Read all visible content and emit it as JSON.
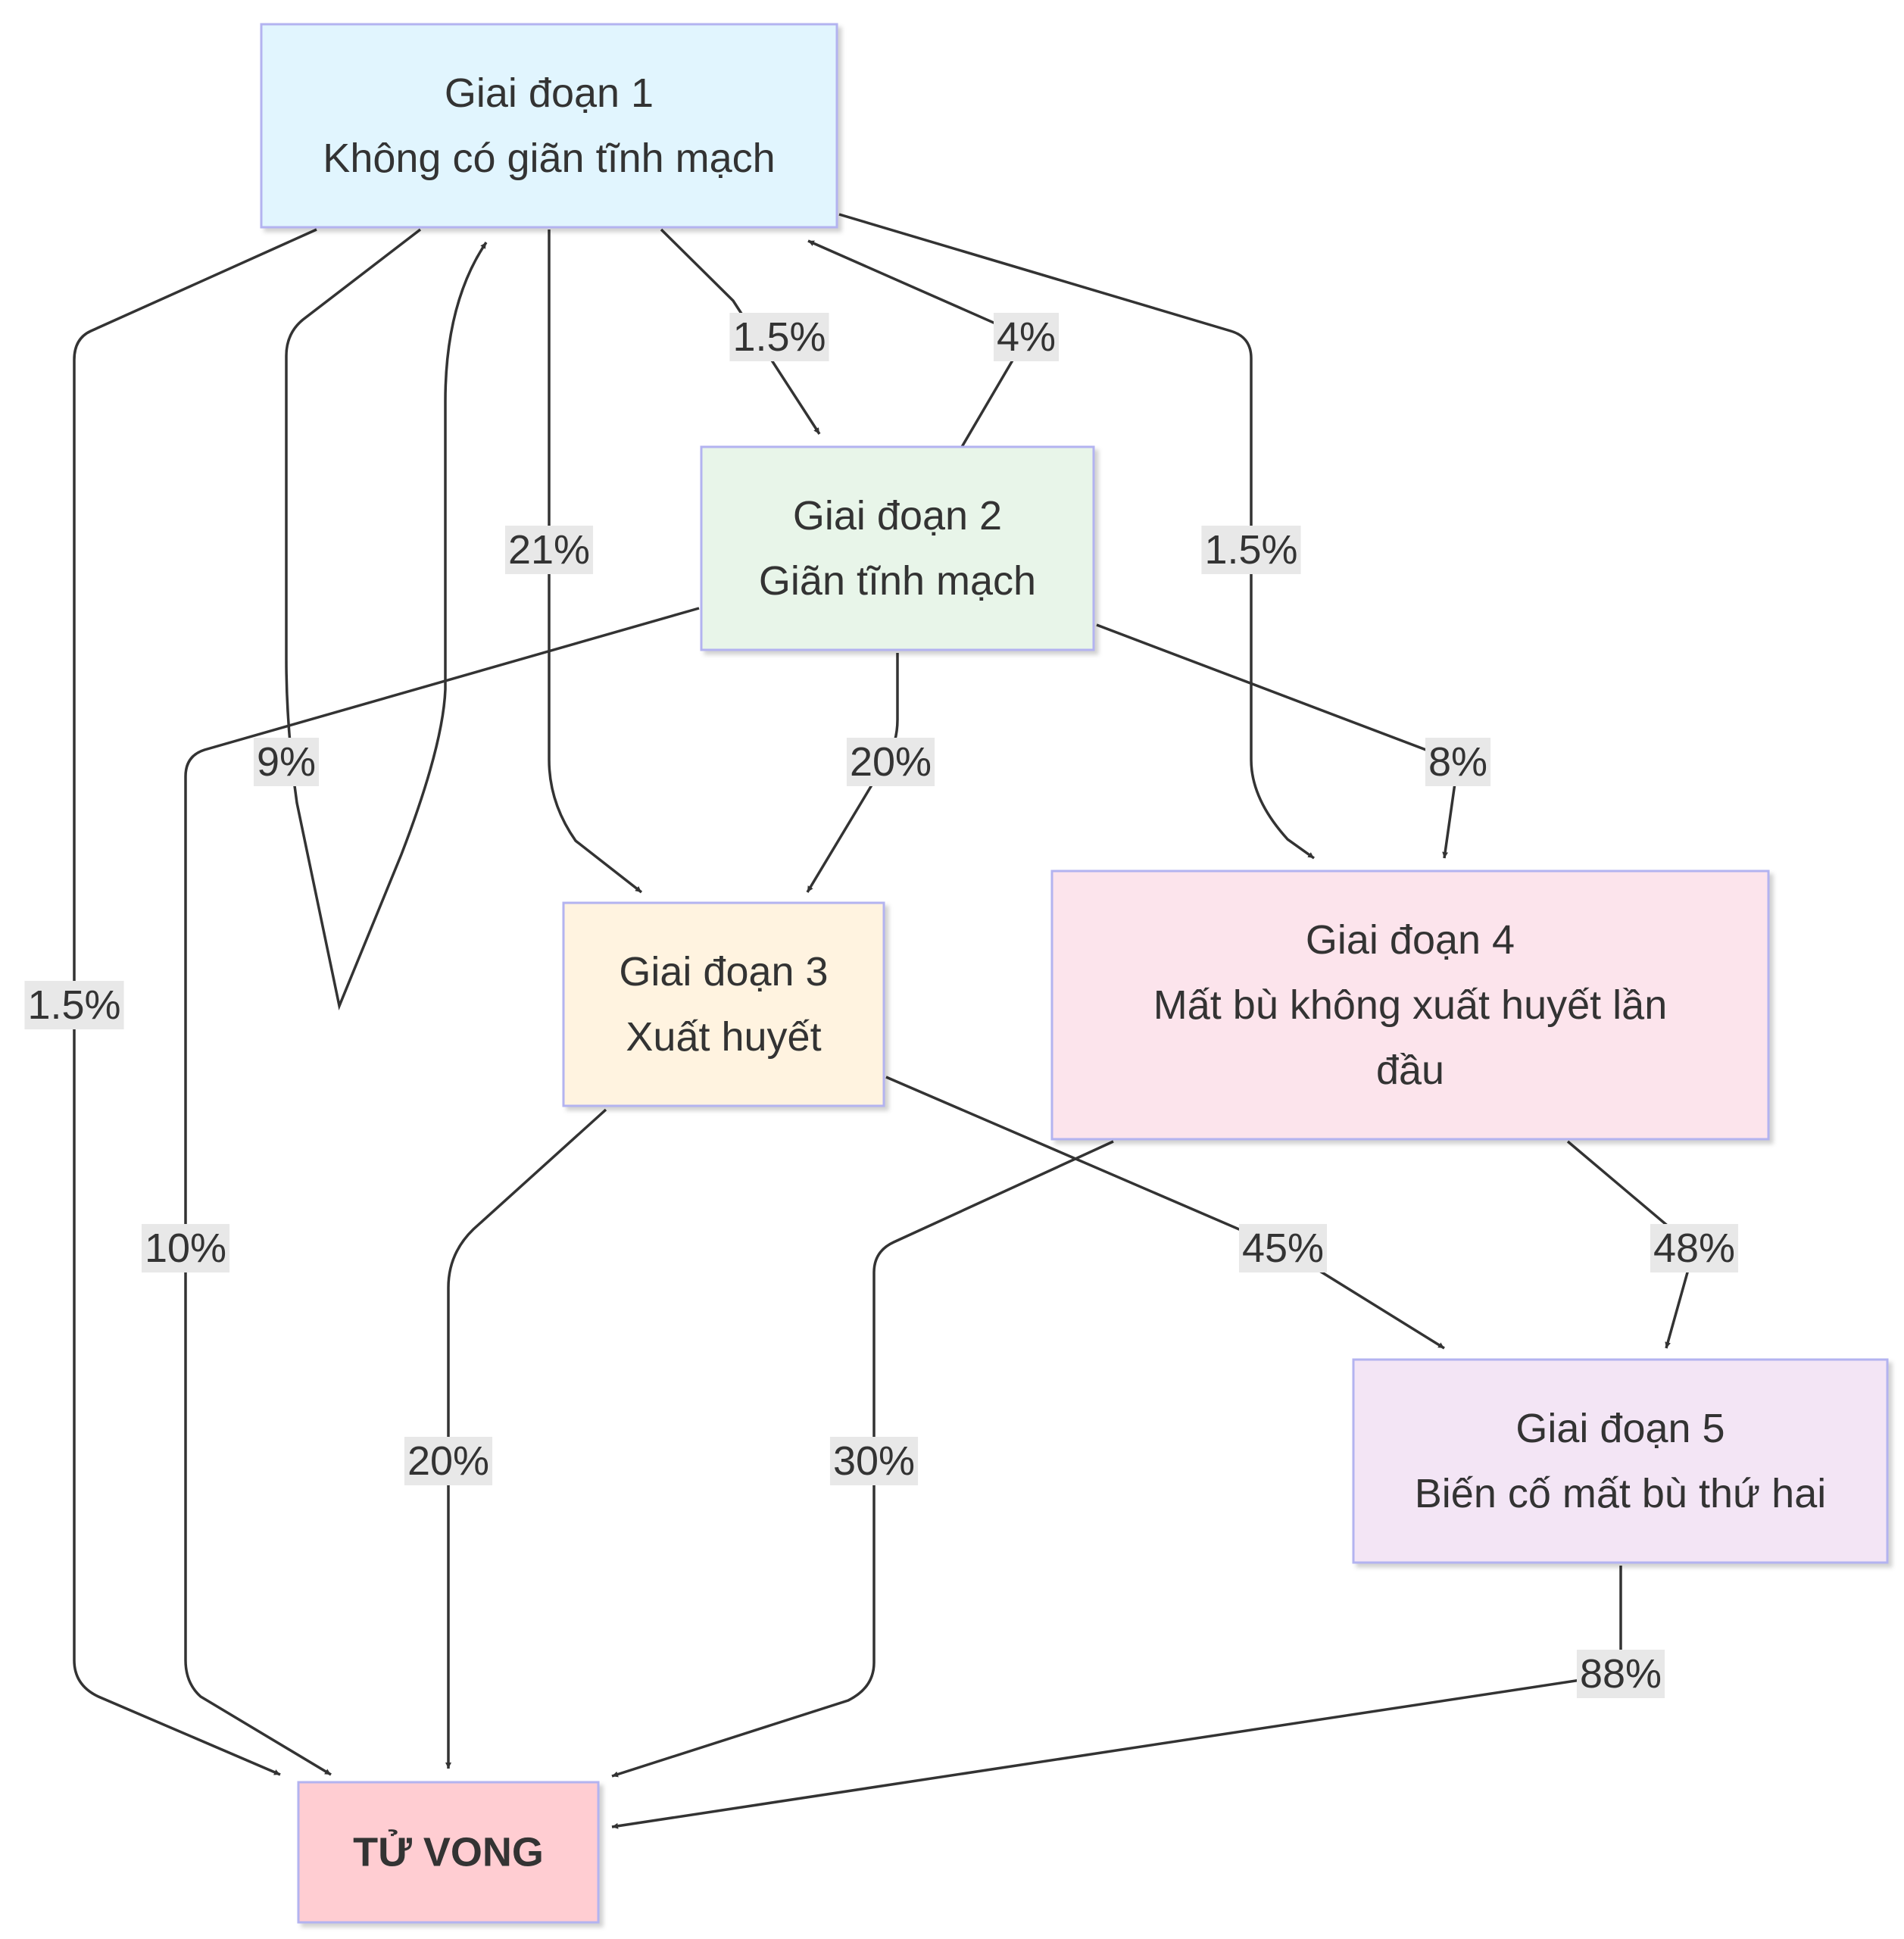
{
  "nodes": [
    {
      "id": "stage1",
      "lines": [
        "Giai đoạn 1",
        "Không có giãn tĩnh mạch"
      ],
      "fill": "#e1f5fe"
    },
    {
      "id": "stage2",
      "lines": [
        "Giai đoạn 2",
        "Giãn tĩnh mạch"
      ],
      "fill": "#e8f5e9"
    },
    {
      "id": "stage3",
      "lines": [
        "Giai đoạn 3",
        "Xuất huyết"
      ],
      "fill": "#fff3e0"
    },
    {
      "id": "stage4",
      "lines": [
        "Giai đoạn 4",
        "Mất bù không xuất huyết lần",
        "đầu"
      ],
      "fill": "#fce4ec"
    },
    {
      "id": "stage5",
      "lines": [
        "Giai đoạn 5",
        "Biến cố mất bù thứ hai"
      ],
      "fill": "#f3e5f5"
    },
    {
      "id": "death",
      "lines": [
        "TỬ VONG"
      ],
      "fill": "#ffcdd2",
      "bold": true
    }
  ],
  "edges": [
    {
      "id": "s1-s2",
      "from": "stage1",
      "to": "stage2",
      "label": "1.5%"
    },
    {
      "id": "s2-s1",
      "from": "stage2",
      "to": "stage1",
      "label": "4%"
    },
    {
      "id": "s1-s3",
      "from": "stage1",
      "to": "stage3",
      "label": "21%"
    },
    {
      "id": "s1-s4",
      "from": "stage1",
      "to": "stage4",
      "label": "1.5%"
    },
    {
      "id": "s1-death",
      "from": "stage1",
      "to": "death",
      "label": "1.5%"
    },
    {
      "id": "s1-loop",
      "from": "stage1",
      "to": "stage1",
      "label": "9%"
    },
    {
      "id": "s2-s3",
      "from": "stage2",
      "to": "stage3",
      "label": "20%"
    },
    {
      "id": "s2-s4",
      "from": "stage2",
      "to": "stage4",
      "label": "8%"
    },
    {
      "id": "s2-death",
      "from": "stage2",
      "to": "death",
      "label": "10%"
    },
    {
      "id": "s3-s5",
      "from": "stage3",
      "to": "stage5",
      "label": "45%"
    },
    {
      "id": "s3-death",
      "from": "stage3",
      "to": "death",
      "label": "20%"
    },
    {
      "id": "s4-s5",
      "from": "stage4",
      "to": "stage5",
      "label": "48%"
    },
    {
      "id": "s4-death",
      "from": "stage4",
      "to": "death",
      "label": "30%"
    },
    {
      "id": "s5-death",
      "from": "stage5",
      "to": "death",
      "label": "88%"
    }
  ],
  "colors": {
    "node_stroke": "#b3b3f0",
    "edge": "#333333",
    "label_bg": "#e8e8e8"
  }
}
